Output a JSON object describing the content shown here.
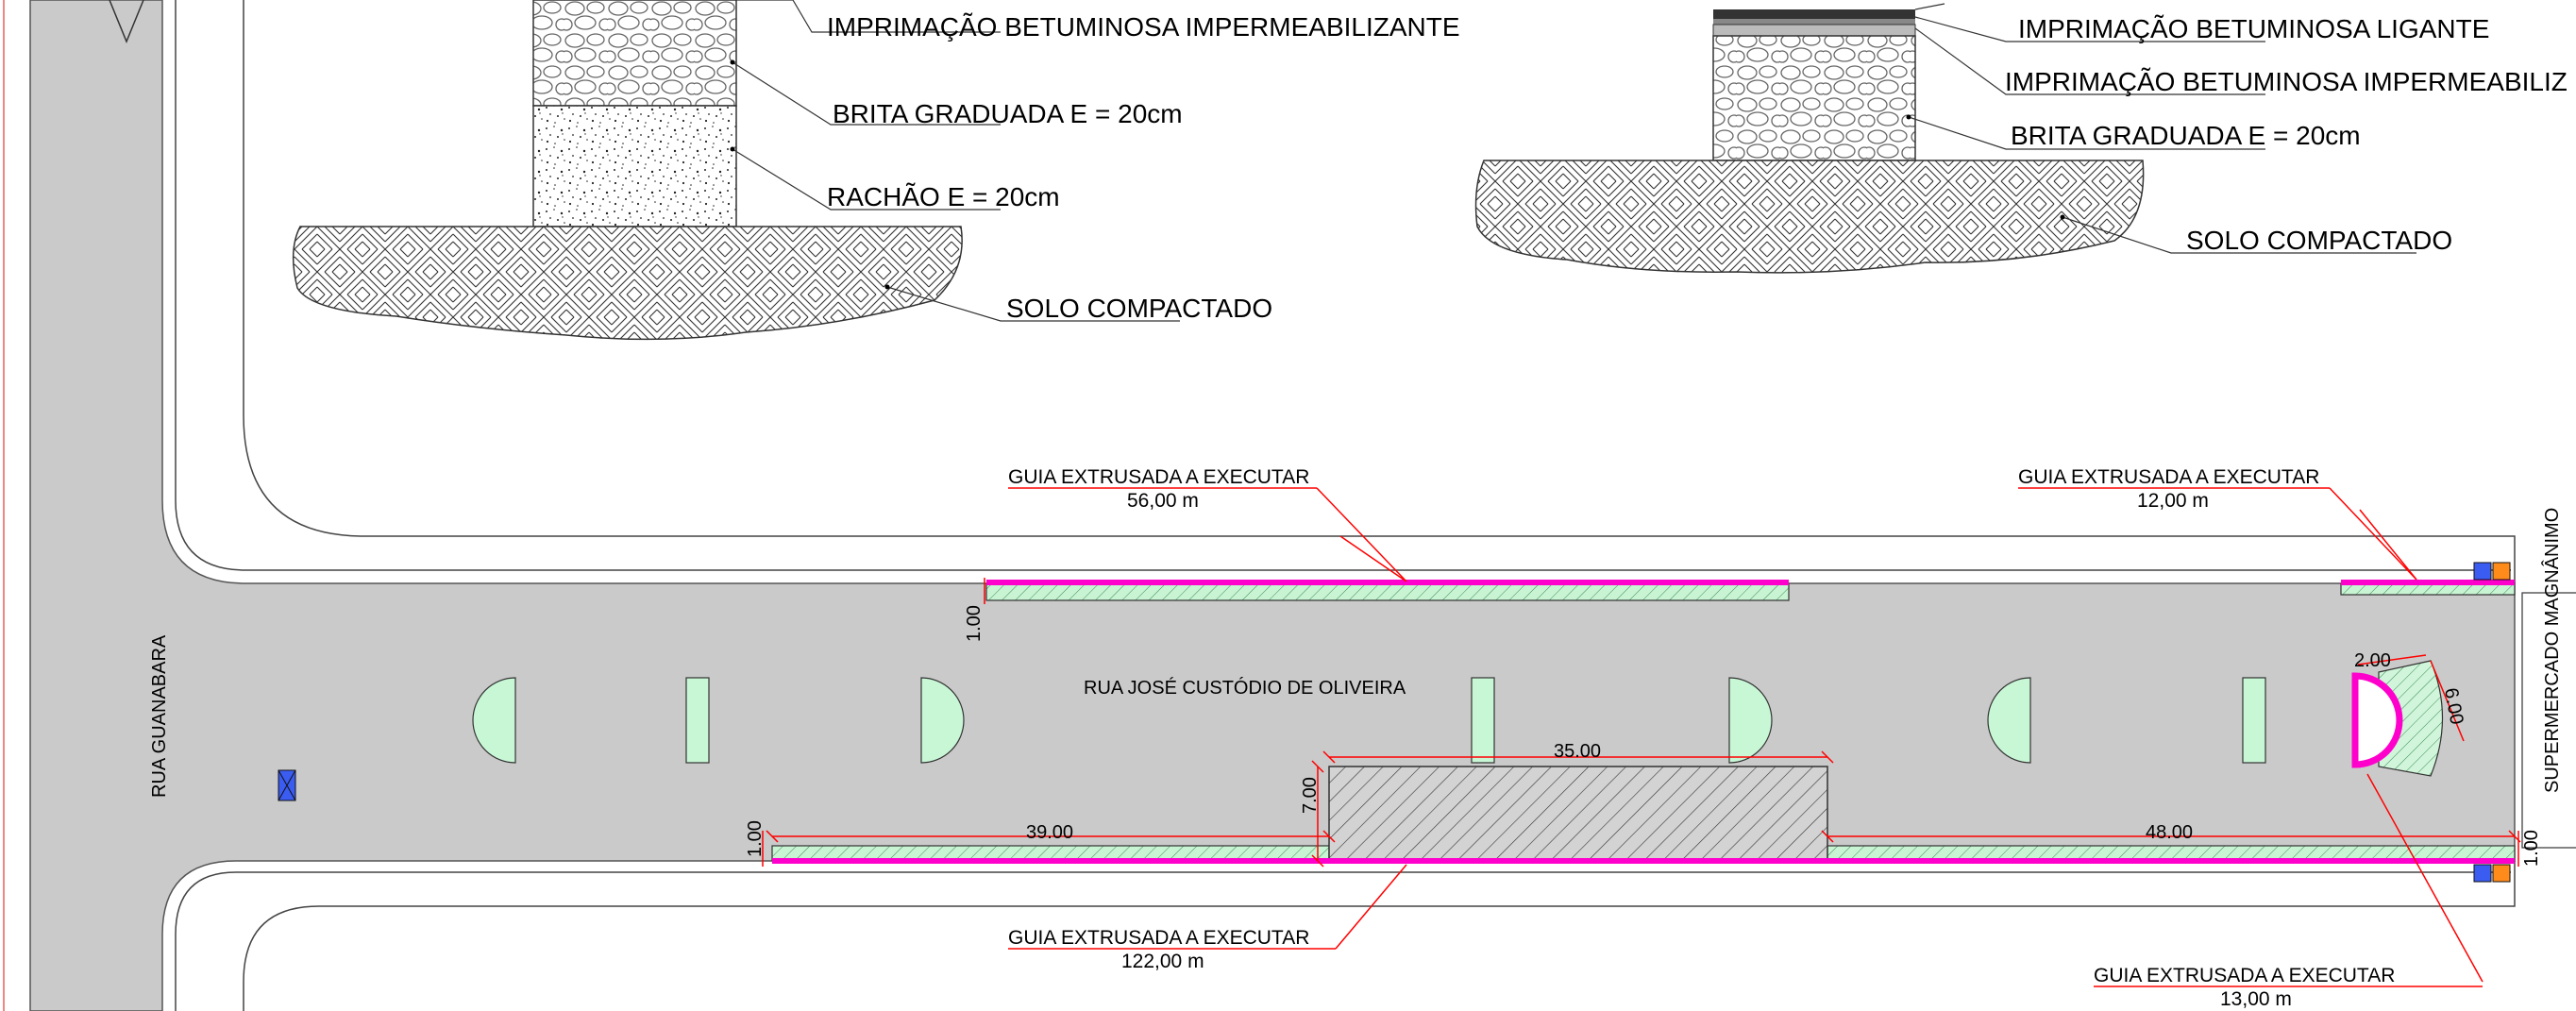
{
  "colors": {
    "road": "#cacaca",
    "curb": "#ff00cc",
    "sidewalk_hatch": "#b8f0c8",
    "island": "#c8f7d6",
    "dim_red": "#ff0000",
    "pole_blue": "#3a5cf0",
    "pole_orange": "#ff8c1a"
  },
  "section_left": {
    "labels": [
      "IMPRIMAÇÃO BETUMINOSA IMPERMEABILIZANTE",
      "BRITA GRADUADA E = 20cm",
      "RACHÃO E = 20cm",
      "SOLO COMPACTADO"
    ]
  },
  "section_right": {
    "labels": [
      "IMPRIMAÇÃO BETUMINOSA LIGANTE",
      "IMPRIMAÇÃO BETUMINOSA IMPERMEABILIZ",
      "BRITA GRADUADA E = 20cm",
      "SOLO COMPACTADO"
    ]
  },
  "plan": {
    "street_vertical": "RUA GUANABARA",
    "street_main": "RUA JOSÉ CUSTÓDIO DE OLIVEIRA",
    "store": "SUPERMERCADO MAGNÂNIMO",
    "callouts": [
      {
        "title": "GUIA EXTRUSADA A EXECUTAR",
        "length": "56,00 m"
      },
      {
        "title": "GUIA EXTRUSADA A EXECUTAR",
        "length": "12,00 m"
      },
      {
        "title": "GUIA EXTRUSADA A EXECUTAR",
        "length": "122,00 m"
      },
      {
        "title": "GUIA EXTRUSADA A EXECUTAR",
        "length": "13,00 m"
      }
    ],
    "dimensions": {
      "top_walk_width": "1.00",
      "bottom_walk_width_left": "1.00",
      "bottom_walk_width_right": "1.00",
      "walk_39": "39.00",
      "walk_48": "48.00",
      "lot_35": "35.00",
      "lot_7": "7.00",
      "island_2": "2.00",
      "island_6": "6.00"
    }
  }
}
